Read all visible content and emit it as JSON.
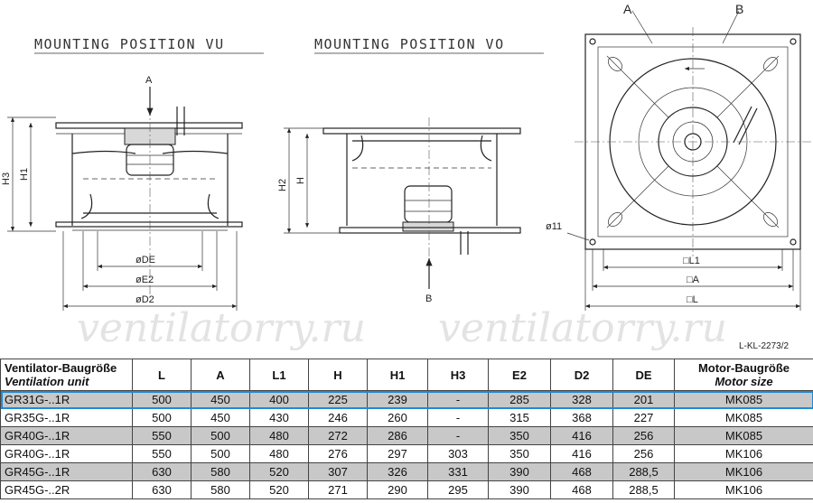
{
  "views": {
    "vu_title": "MOUNTING POSITION VU",
    "vo_title": "MOUNTING POSITION VO",
    "vu_labels": {
      "arrow": "A",
      "h3": "H3",
      "h1": "H1",
      "de": "øDE",
      "e2": "øE2",
      "d2": "øD2"
    },
    "vo_labels": {
      "arrow": "B",
      "h2": "H2",
      "h": "H"
    },
    "plan_labels": {
      "a_top": "A",
      "b_top": "B",
      "hole": "ø11",
      "l1": "□L1",
      "a": "□A",
      "l": "□L"
    },
    "drawing_ref": "L-KL-2273/2",
    "watermark": "ventilatorry.ru"
  },
  "table": {
    "header": {
      "col0_line1": "Ventilator-Baugröße",
      "col0_line2": "Ventilation unit",
      "L": "L",
      "A": "A",
      "L1": "L1",
      "H": "H",
      "H1": "H1",
      "H3": "H3",
      "E2": "E2",
      "D2": "D2",
      "DE": "DE",
      "motor_line1": "Motor-Baugröße",
      "motor_line2": "Motor size"
    },
    "rows": [
      {
        "unit": "GR31G-..1R",
        "L": "500",
        "A": "450",
        "L1": "400",
        "H": "225",
        "H1": "239",
        "H3": "-",
        "E2": "285",
        "D2": "328",
        "DE": "201",
        "motor": "MK085"
      },
      {
        "unit": "GR35G-..1R",
        "L": "500",
        "A": "450",
        "L1": "430",
        "H": "246",
        "H1": "260",
        "H3": "-",
        "E2": "315",
        "D2": "368",
        "DE": "227",
        "motor": "MK085"
      },
      {
        "unit": "GR40G-..1R",
        "L": "550",
        "A": "500",
        "L1": "480",
        "H": "272",
        "H1": "286",
        "H3": "-",
        "E2": "350",
        "D2": "416",
        "DE": "256",
        "motor": "MK085"
      },
      {
        "unit": "GR40G-..1R",
        "L": "550",
        "A": "500",
        "L1": "480",
        "H": "276",
        "H1": "297",
        "H3": "303",
        "E2": "350",
        "D2": "416",
        "DE": "256",
        "motor": "MK106"
      },
      {
        "unit": "GR45G-..1R",
        "L": "630",
        "A": "580",
        "L1": "520",
        "H": "307",
        "H1": "326",
        "H3": "331",
        "E2": "390",
        "D2": "468",
        "DE": "288,5",
        "motor": "MK106"
      },
      {
        "unit": "GR45G-..2R",
        "L": "630",
        "A": "580",
        "L1": "520",
        "H": "271",
        "H1": "290",
        "H3": "295",
        "E2": "390",
        "D2": "468",
        "DE": "288,5",
        "motor": "MK106"
      }
    ]
  }
}
